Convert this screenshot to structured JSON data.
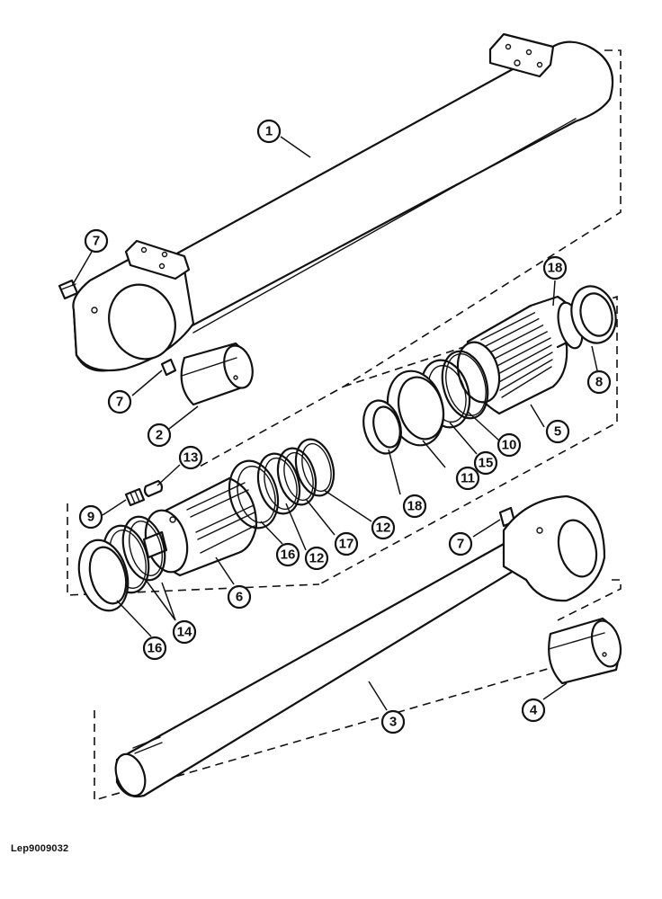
{
  "diagram": {
    "reference_code": "Lep9009032",
    "callouts": [
      "1",
      "7",
      "7",
      "2",
      "18",
      "8",
      "5",
      "10",
      "15",
      "11",
      "18",
      "13",
      "9",
      "12",
      "17",
      "12",
      "16",
      "6",
      "7",
      "14",
      "16",
      "4",
      "3"
    ]
  }
}
